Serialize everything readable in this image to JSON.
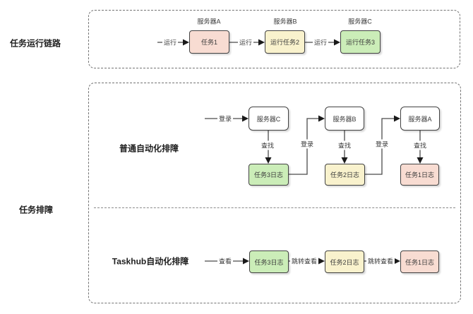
{
  "colors": {
    "node_pink": "#f8dcd2",
    "node_yellow": "#f9f2cd",
    "node_green": "#cbedb8",
    "node_white": "#ffffff",
    "node_border": "#424242",
    "container_dash": "#737373",
    "text": "#3a3a3a"
  },
  "run_chain": {
    "side_label": "任务运行链路",
    "server_a": "服务器A",
    "server_b": "服务器B",
    "server_c": "服务器C",
    "task1": "任务1",
    "task2": "运行任务2",
    "task3": "运行任务3",
    "edge_run": "运行"
  },
  "troubleshoot": {
    "side_label": "任务排障",
    "normal": {
      "title": "普通自动化排障",
      "edge_login": "登录",
      "edge_find": "查找",
      "server_c": "服务器C",
      "server_b": "服务器B",
      "server_a": "服务器A",
      "log3": "任务3日志",
      "log2": "任务2日志",
      "log1": "任务1日志"
    },
    "taskhub": {
      "title": "Taskhub自动化排障",
      "edge_view": "查看",
      "edge_jump_view": "跳转查看",
      "log3": "任务3日志",
      "log2": "任务2日志",
      "log1": "任务1日志"
    }
  }
}
